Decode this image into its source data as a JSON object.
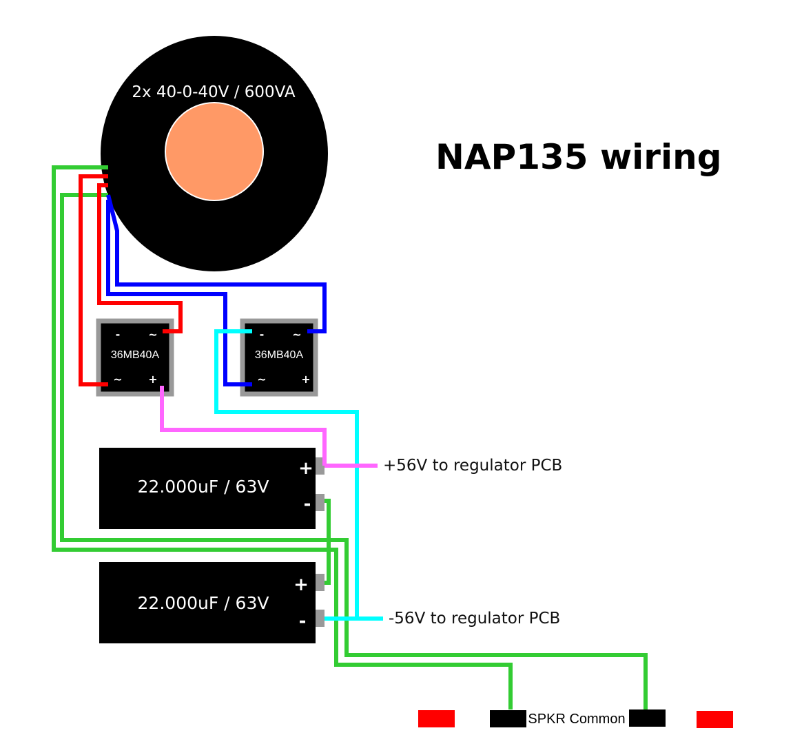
{
  "title": "NAP135 wiring",
  "transformer": {
    "label": "2x 40-0-40V / 600VA"
  },
  "bridges": [
    {
      "label": "36MB40A",
      "pins": {
        "top_left": "-",
        "top_right": "~",
        "bottom_left": "~",
        "bottom_right": "+"
      }
    },
    {
      "label": "36MB40A",
      "pins": {
        "top_left": "-",
        "top_right": "~",
        "bottom_left": "~",
        "bottom_right": "+"
      }
    }
  ],
  "capacitors": [
    {
      "label": "22.000uF / 63V",
      "plus": "+",
      "minus": "-"
    },
    {
      "label": "22.000uF / 63V",
      "plus": "+",
      "minus": "-"
    }
  ],
  "rails": {
    "positive": "+56V to regulator PCB",
    "negative": "-56V to regulator PCB"
  },
  "speaker": {
    "common_label": "SPKR Common"
  },
  "colors": {
    "transformer_body": "#000000",
    "transformer_core": "#ff9966",
    "wire_green": "#33cc33",
    "wire_red": "#ff0000",
    "wire_blue": "#0000ff",
    "wire_cyan": "#00ffff",
    "wire_magenta": "#ff66ff",
    "terminal_gray": "#999999",
    "speaker_red": "#ff0000"
  }
}
